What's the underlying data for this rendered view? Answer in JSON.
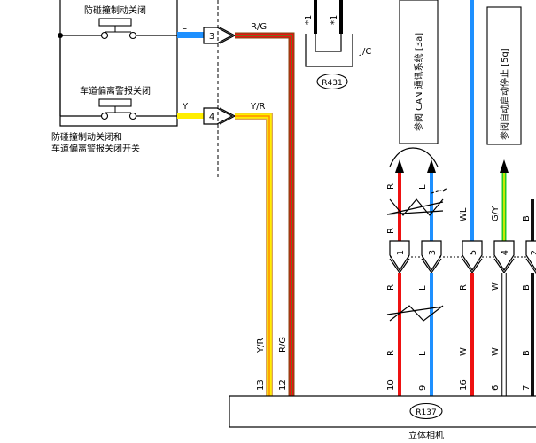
{
  "switch_box": {
    "label_line1": "防碰撞制动关闭和",
    "label_line2": "车道偏离警报关闭开关",
    "sw1_label": "防碰撞制动关闭",
    "sw2_label": "车道偏离警报关闭"
  },
  "conn_left": [
    {
      "pin": "3",
      "wire_in": "L",
      "wire_out": "R/G"
    },
    {
      "pin": "4",
      "wire_in": "Y",
      "wire_out": "Y/R"
    }
  ],
  "jc": {
    "label": "J/C",
    "ref": "R431",
    "marks": [
      "*1",
      "*1"
    ]
  },
  "refs": {
    "can": "参阅 CAN 通讯系统 [3a]",
    "auto_stop": "参阅自动启动停止 [5g]"
  },
  "upper_wires": [
    "R",
    "L",
    "WL",
    "G/Y",
    "B"
  ],
  "mid_pins": [
    "1",
    "3",
    "5",
    "4",
    "2"
  ],
  "lower_wires_top": [
    "R",
    "L",
    "R",
    "W",
    "B"
  ],
  "lower_wires_bottom": [
    "R",
    "L",
    "W",
    "W",
    "B"
  ],
  "left_bottom_wires": [
    "Y/R",
    "R/G"
  ],
  "camera_pins": [
    "13",
    "12",
    "10",
    "9",
    "16",
    "6",
    "7"
  ],
  "camera": {
    "ref": "R137",
    "name": "立体相机"
  },
  "colors": {
    "L": "#1e90ff",
    "Y": "#ffee00",
    "R": "#ee1111",
    "G": "#22aa22",
    "W": "#ffffff",
    "B": "#111111",
    "orange": "#ff8c00",
    "brown": "#8b4513",
    "tan": "#d8a060"
  }
}
